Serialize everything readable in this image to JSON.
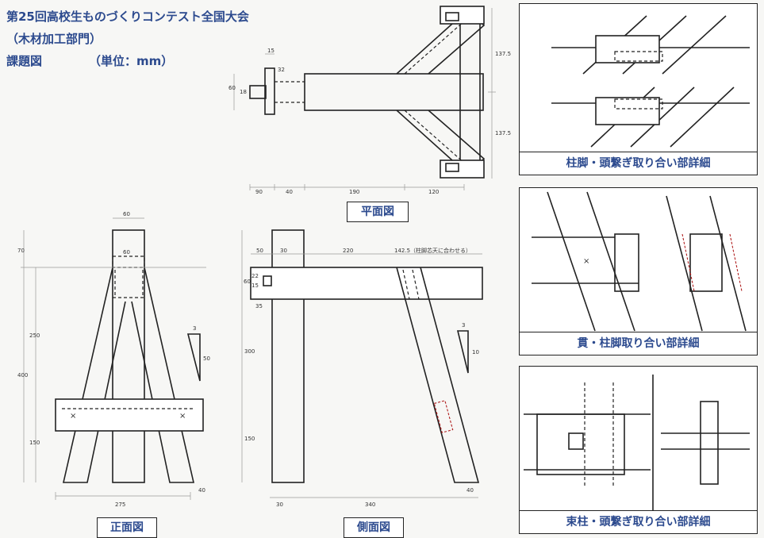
{
  "header": {
    "title": "第25回高校生ものづくりコンテスト全国大会",
    "subtitle": "（木材加工部門）",
    "drawing_label": "課題図",
    "unit_label": "（単位：mm）"
  },
  "views": {
    "plan": "平面図",
    "front": "正面図",
    "side": "側面図"
  },
  "details": {
    "top": "柱脚・頭繋ぎ取り合い部詳細",
    "middle": "貫・柱脚取り合い部詳細",
    "bottom": "束柱・頭繋ぎ取り合い部詳細"
  },
  "dims": {
    "plan": {
      "d15": "15",
      "d32": "32",
      "d60": "60",
      "d18": "18",
      "d90": "90",
      "d40": "40",
      "d190": "190",
      "d120": "120",
      "d137a": "137.5",
      "d137b": "137.5"
    },
    "front": {
      "top60": "60",
      "inner60": "60",
      "total": "400",
      "upper": "250",
      "lower": "150",
      "d70": "70",
      "base": "275",
      "foot": "40",
      "slope_run": "3",
      "slope_rise": "50"
    },
    "side": {
      "d50": "50",
      "d30": "30",
      "d220": "220",
      "note": "142.5（柱脚芯天に合わせる）",
      "d22": "22",
      "d15": "15",
      "d60": "60",
      "d35": "35",
      "d300": "300",
      "d150": "150",
      "base": "340",
      "d40": "40",
      "slope_run": "3",
      "slope_rise": "10"
    }
  },
  "marks": {
    "cross": "×"
  }
}
